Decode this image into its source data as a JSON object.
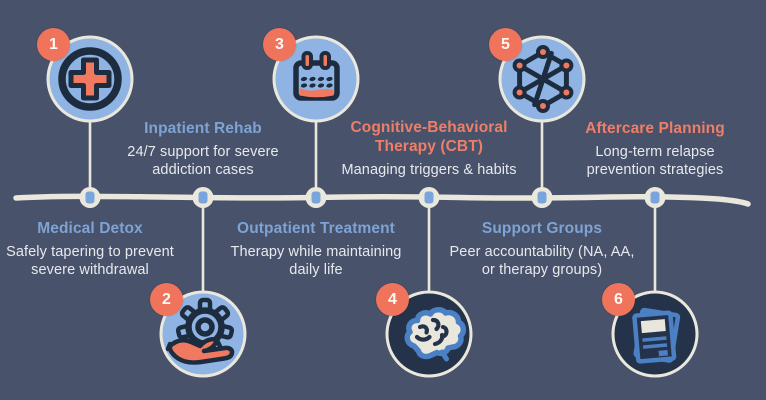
{
  "colors": {
    "background": "#48526A",
    "light_blue_fill": "#8FB4E4",
    "icon_stroke_navy": "#1E2C40",
    "dark_circle_fill": "#24324A",
    "cream": "#EAE8DC",
    "coral": "#F0795F",
    "badge_coral": "#F0735C",
    "title_blue": "#7EA3D4",
    "title_coral": "#EF7E68",
    "subtitle_text": "#E7E9ED",
    "drawing_blue": "#4C80C4",
    "node_dot_blue": "#7AA5DC"
  },
  "steps": [
    {
      "number": "1",
      "icon": "medical-cross-icon",
      "icon_position": "above-line",
      "title_color": "blue",
      "title_lines": [
        "Medical Detox"
      ],
      "subtitle_lines": [
        "Safely tapering to prevent",
        "severe withdrawal"
      ]
    },
    {
      "number": "2",
      "icon": "gear-hand-icon",
      "icon_position": "below-line",
      "title_color": "blue",
      "title_lines": [
        "Inpatient Rehab"
      ],
      "subtitle_lines": [
        "24/7 support for severe",
        "addiction cases"
      ]
    },
    {
      "number": "3",
      "icon": "calendar-icon",
      "icon_position": "above-line",
      "title_color": "blue",
      "title_lines": [
        "Outpatient Treatment"
      ],
      "subtitle_lines": [
        "Therapy while maintaining",
        "daily life"
      ]
    },
    {
      "number": "4",
      "icon": "brain-icon",
      "icon_position": "below-line",
      "title_color": "coral",
      "title_lines": [
        "Cognitive-Behavioral",
        "Therapy (CBT)"
      ],
      "subtitle_lines": [
        "Managing triggers & habits"
      ]
    },
    {
      "number": "5",
      "icon": "network-graph-icon",
      "icon_position": "above-line",
      "title_color": "blue",
      "title_lines": [
        "Support Groups"
      ],
      "subtitle_lines": [
        "Peer accountability (NA, AA,",
        "or therapy groups)"
      ]
    },
    {
      "number": "6",
      "icon": "documents-icon",
      "icon_position": "below-line",
      "title_color": "coral",
      "title_lines": [
        "Aftercare Planning"
      ],
      "subtitle_lines": [
        "Long-term relapse",
        "prevention strategies"
      ]
    }
  ]
}
